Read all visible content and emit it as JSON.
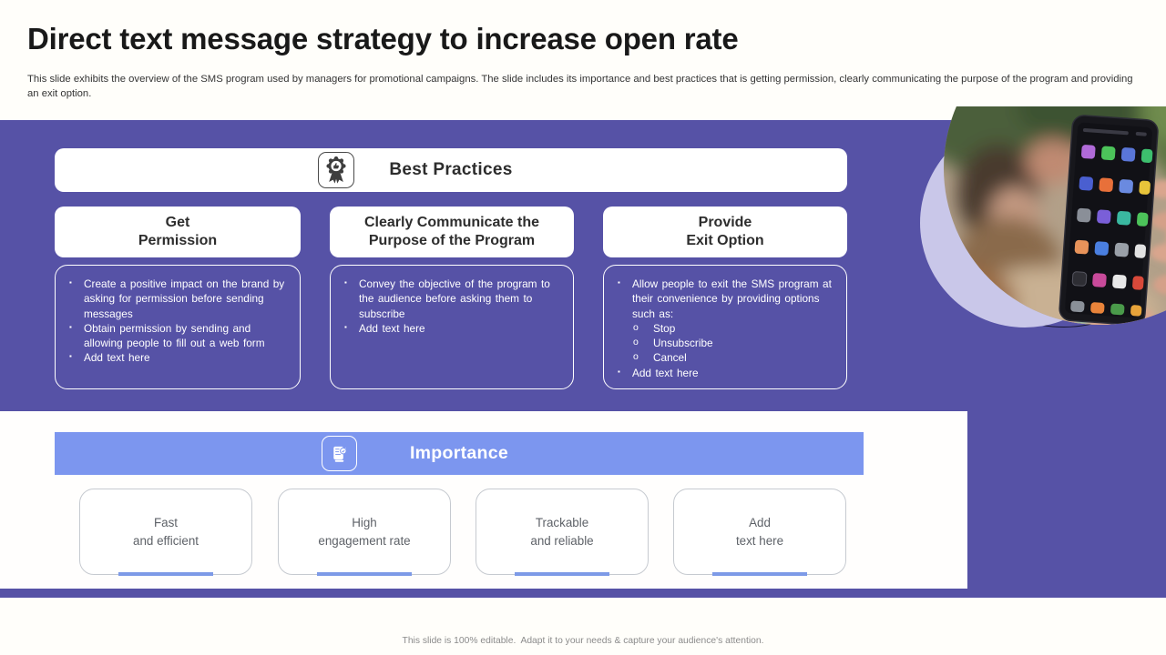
{
  "slide": {
    "title": "Direct text message strategy to increase open rate",
    "subtitle": "This slide exhibits the overview of the SMS program used by managers for promotional campaigns. The slide includes its importance and best practices that is getting permission, clearly communicating the purpose of the program and providing an exit option.",
    "footer": "This slide is 100% editable.  Adapt it to your needs & capture your audience's attention."
  },
  "colors": {
    "purple_bg": "#5652a6",
    "banner_blue": "#7c96ef",
    "underline_blue": "#7d9ae7",
    "lavender_circle": "#c9c7e9"
  },
  "best_practices": {
    "icon": "award-badge-icon",
    "banner_label": "Best Practices",
    "columns": [
      {
        "heading": "Get\nPermission",
        "bullets": [
          {
            "text": "Create a positive impact on the brand by asking for permission before sending messages"
          },
          {
            "text": "Obtain permission by sending and allowing people to fill out a web form"
          },
          {
            "text": "Add text here"
          }
        ]
      },
      {
        "heading": "Clearly Communicate the\nPurpose of the Program",
        "bullets": [
          {
            "text": "Convey the objective of the program to the audience before asking them to subscribe"
          },
          {
            "text": "Add text here"
          }
        ]
      },
      {
        "heading": "Provide\nExit Option",
        "bullets": [
          {
            "text": "Allow people to exit the SMS program at their convenience by providing options such as:",
            "subitems": [
              "Stop",
              "Unsubscribe",
              "Cancel"
            ]
          },
          {
            "text": "Add text here"
          }
        ]
      }
    ]
  },
  "importance": {
    "icon": "hand-holding-phone-icon",
    "banner_label": "Importance",
    "cards": [
      {
        "label": "Fast\nand efficient"
      },
      {
        "label": "High\nengagement rate"
      },
      {
        "label": "Trackable\nand reliable"
      },
      {
        "label": "Add\ntext here"
      }
    ]
  },
  "photo": {
    "alt": "hand holding a smartphone with app grid"
  }
}
